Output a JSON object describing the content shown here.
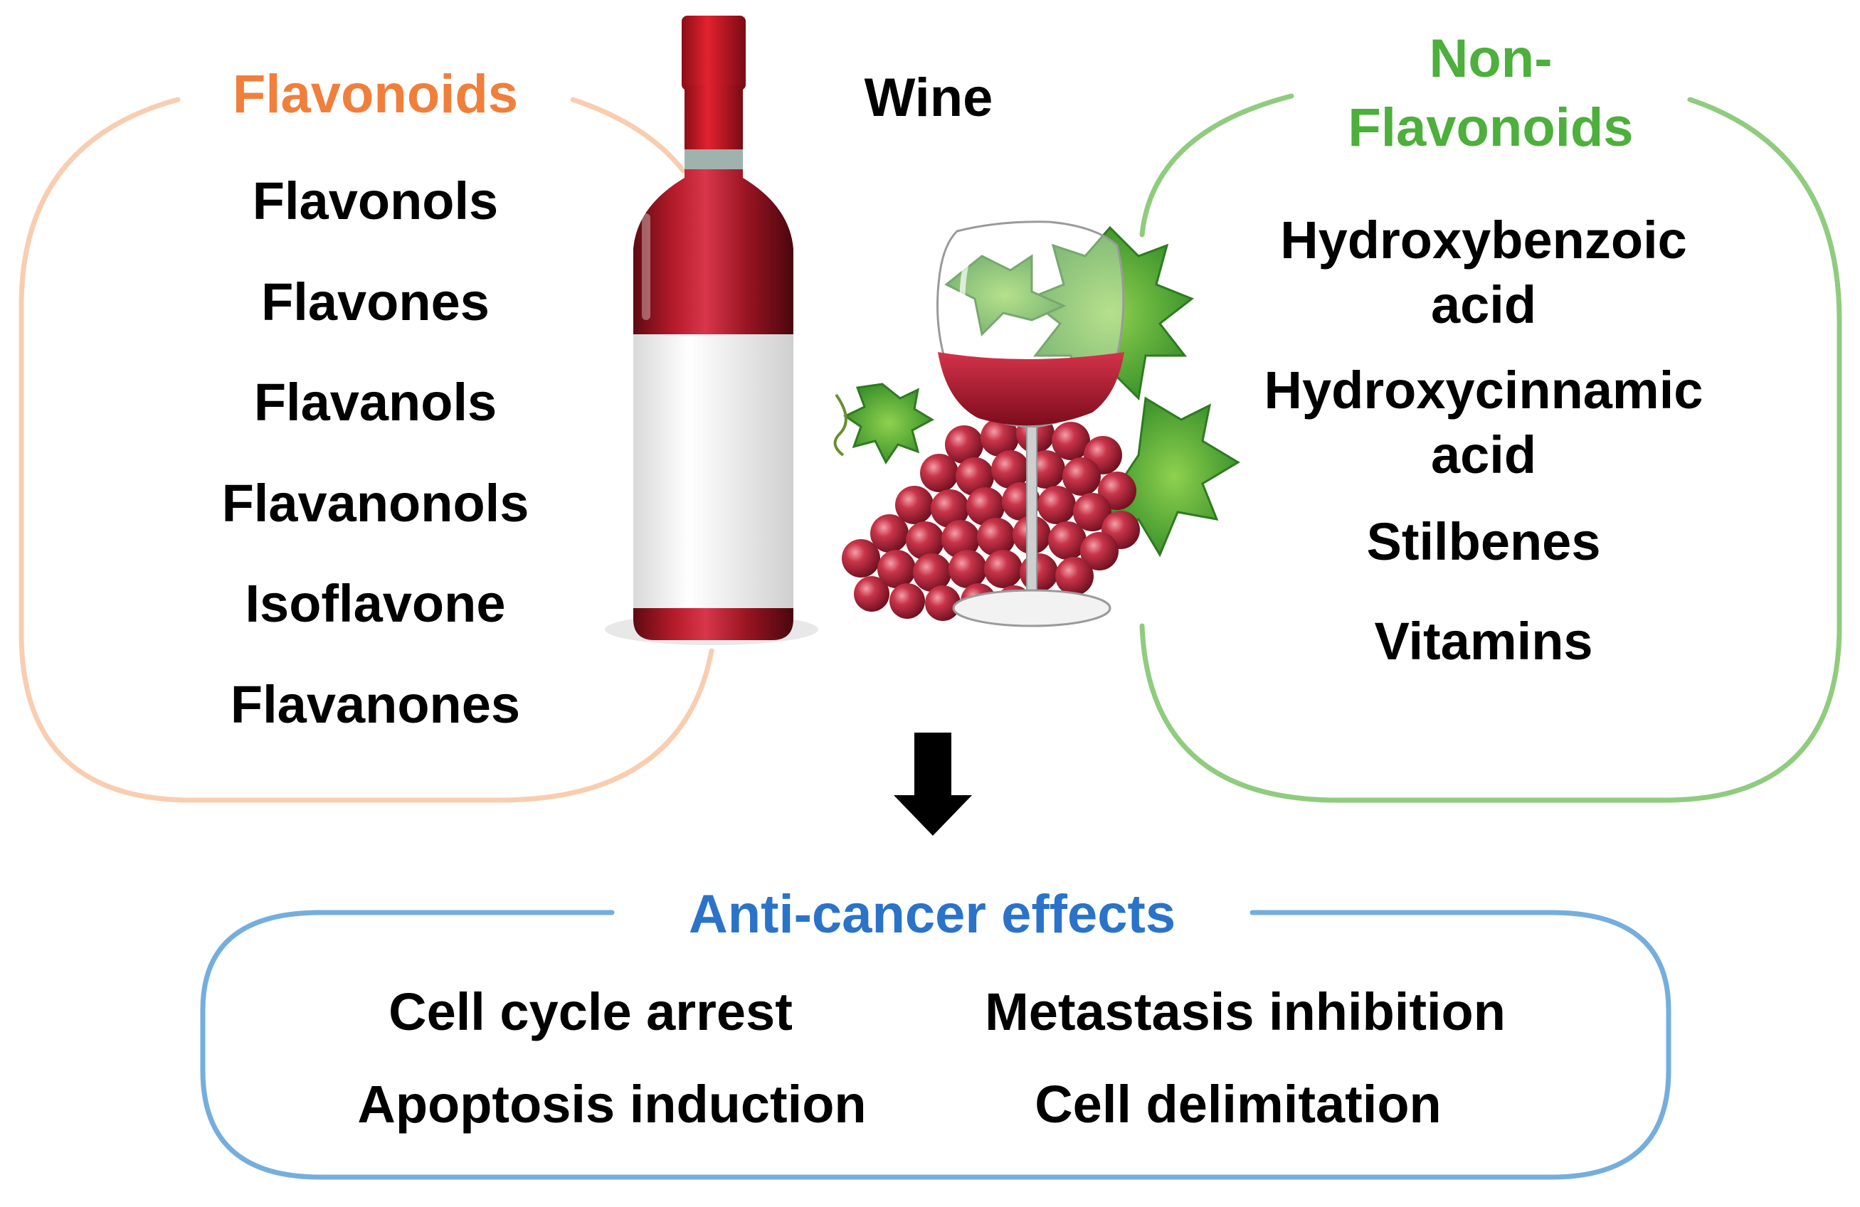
{
  "center": {
    "title": "Wine"
  },
  "flavonoids": {
    "title": "Flavonoids",
    "color": "#F07F3C",
    "border_color": "#F9CDB0",
    "items": [
      "Flavonols",
      "Flavones",
      "Flavanols",
      "Flavanonols",
      "Isoflavone",
      "Flavanones"
    ]
  },
  "non_flavonoids": {
    "title_line1": "Non-",
    "title_line2": "Flavonoids",
    "color": "#4DAF3C",
    "border_color": "#8FCC7E",
    "items": [
      {
        "line1": "Hydroxybenzoic",
        "line2": "acid"
      },
      {
        "line1": "Hydroxycinnamic",
        "line2": "acid"
      },
      {
        "line1": "Stilbenes"
      },
      {
        "line1": "Vitamins"
      }
    ]
  },
  "effects": {
    "title": "Anti-cancer effects",
    "color": "#2A73C9",
    "border_color": "#74AEDD",
    "items": [
      "Cell cycle arrest",
      "Metastasis inhibition",
      "Apoptosis induction",
      "Cell delimitation"
    ]
  },
  "icons": [
    "wine-bottle-icon",
    "wine-glass-icon",
    "grapes-icon",
    "grape-leaves-icon",
    "down-arrow-icon"
  ]
}
